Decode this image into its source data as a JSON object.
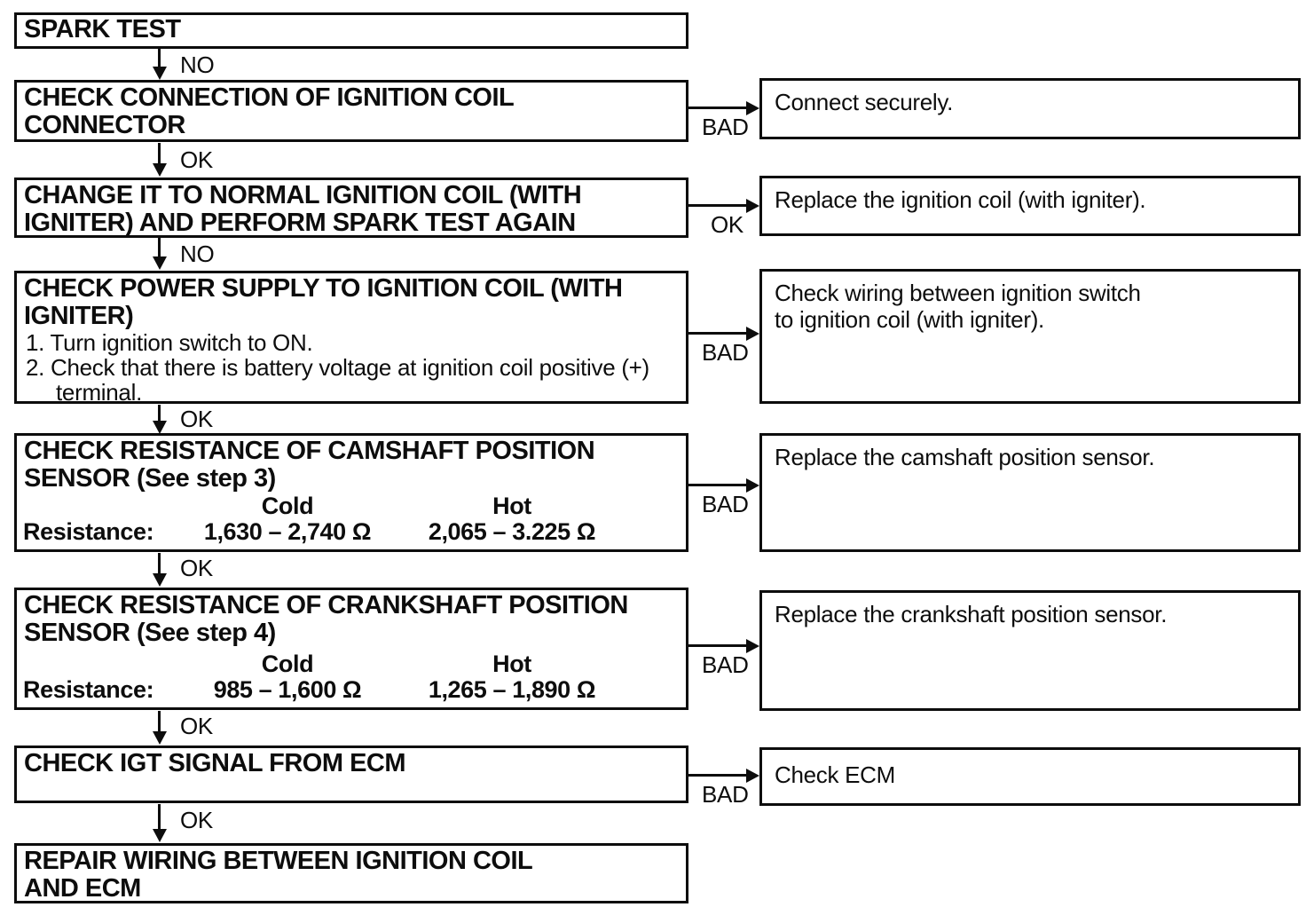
{
  "page": {
    "paper_color": "#ffffff",
    "ink_color": "#0d0d0d"
  },
  "flowchart": {
    "nodes": [
      {
        "title_lines": [
          "SPARK TEST"
        ]
      },
      {
        "title_lines": [
          "CHECK CONNECTION OF IGNITION COIL",
          "CONNECTOR"
        ]
      },
      {
        "title_lines": [
          "CHANGE IT TO NORMAL IGNITION COIL (WITH",
          "IGNITER) AND PERFORM SPARK TEST AGAIN"
        ]
      },
      {
        "title_lines": [
          "CHECK POWER SUPPLY TO IGNITION COIL (WITH",
          "IGNITER)"
        ],
        "items": [
          "1. Turn ignition switch to ON.",
          "2. Check that there is battery voltage at ignition coil positive (+)",
          "terminal."
        ]
      },
      {
        "title_lines": [
          "CHECK RESISTANCE OF CAMSHAFT POSITION",
          "SENSOR (See step 3)"
        ],
        "cold_header": "Cold",
        "hot_header": "Hot",
        "resistance_label": "Resistance:",
        "cold_value": "1,630 – 2,740 Ω",
        "hot_value": "2,065 – 3.225 Ω"
      },
      {
        "title_lines": [
          "CHECK RESISTANCE OF CRANKSHAFT POSITION",
          "SENSOR (See step 4)"
        ],
        "cold_header": "Cold",
        "hot_header": "Hot",
        "resistance_label": "Resistance:",
        "cold_value": "985 – 1,600 Ω",
        "hot_value": "1,265 – 1,890 Ω"
      },
      {
        "title_lines": [
          "CHECK IGT SIGNAL FROM ECM"
        ]
      },
      {
        "title_lines": [
          "REPAIR WIRING BETWEEN IGNITION COIL",
          "AND ECM"
        ]
      }
    ],
    "down_labels": [
      "NO",
      "OK",
      "NO",
      "OK",
      "OK",
      "OK",
      "OK"
    ],
    "branches": [
      {
        "label": "BAD",
        "action_lines": [
          "Connect securely."
        ]
      },
      {
        "label": "OK",
        "action_lines": [
          "Replace the ignition coil (with igniter)."
        ]
      },
      {
        "label": "BAD",
        "action_lines": [
          "Check wiring between ignition switch",
          "to ignition coil (with igniter)."
        ]
      },
      {
        "label": "BAD",
        "action_lines": [
          "Replace the camshaft position sensor."
        ]
      },
      {
        "label": "BAD",
        "action_lines": [
          "Replace the crankshaft position sensor."
        ]
      },
      {
        "label": "BAD",
        "action_lines": [
          "Check ECM"
        ]
      }
    ]
  }
}
